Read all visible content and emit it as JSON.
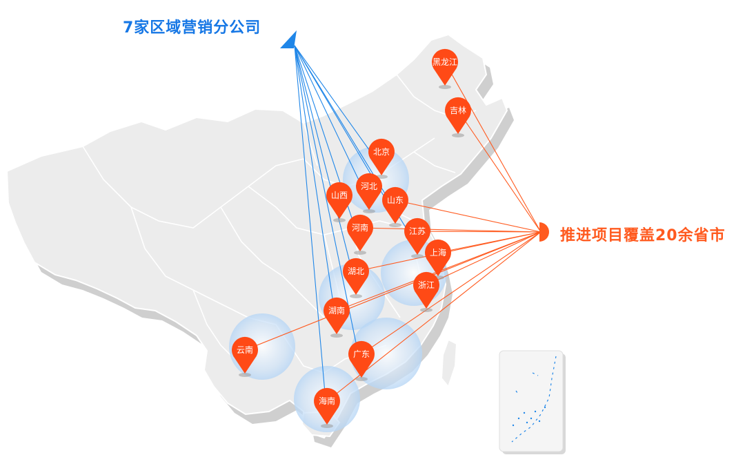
{
  "headline_left": "7家区域营销分公司",
  "headline_right": "推进项目覆盖20余省市",
  "provinces": [
    {
      "id": "heilongjiang",
      "label": "黑龙江"
    },
    {
      "id": "jilin",
      "label": "吉林"
    },
    {
      "id": "beijing",
      "label": "北京"
    },
    {
      "id": "hebei",
      "label": "河北"
    },
    {
      "id": "shanxi",
      "label": "山西"
    },
    {
      "id": "shandong",
      "label": "山东"
    },
    {
      "id": "henan",
      "label": "河南"
    },
    {
      "id": "jiangsu",
      "label": "江苏"
    },
    {
      "id": "shanghai",
      "label": "上海"
    },
    {
      "id": "hubei",
      "label": "湖北"
    },
    {
      "id": "zhejiang",
      "label": "浙江"
    },
    {
      "id": "hunan",
      "label": "湖南"
    },
    {
      "id": "yunnan",
      "label": "云南"
    },
    {
      "id": "guangdong",
      "label": "广东"
    },
    {
      "id": "hainan",
      "label": "海南"
    }
  ],
  "colors": {
    "blue_line": "#1f86e8",
    "orange_line": "#ff5a1f",
    "pin": "#ff4a16",
    "map_land": "#ececec",
    "map_shadow": "#cfcfcf",
    "map_border": "#ffffff",
    "halo": "#b7d6f5"
  },
  "icons": {
    "left_hub": "blue-triangle-flag-icon",
    "right_hub": "orange-half-circle-icon",
    "pin": "map-pin-icon"
  }
}
